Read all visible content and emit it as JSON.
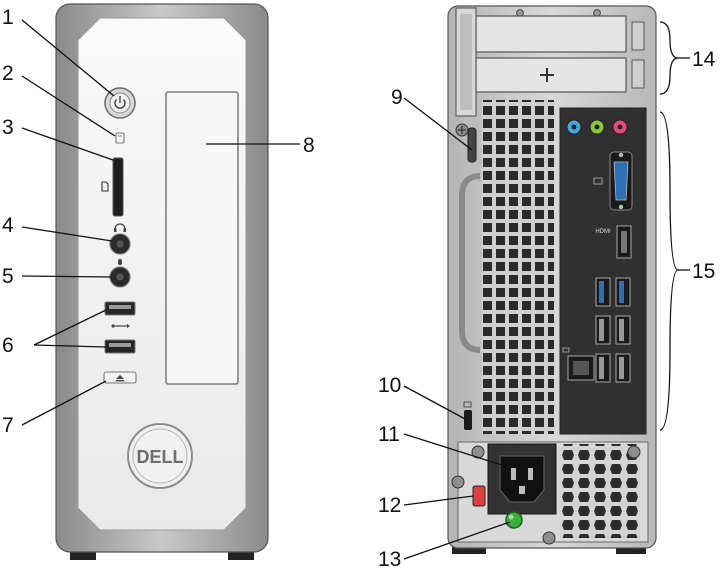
{
  "figure": {
    "logo_text": "DELL",
    "port_labels": {
      "hdmi": "HDMI"
    }
  },
  "callouts": [
    {
      "id": "1",
      "label": "1"
    },
    {
      "id": "2",
      "label": "2"
    },
    {
      "id": "3",
      "label": "3"
    },
    {
      "id": "4",
      "label": "4"
    },
    {
      "id": "5",
      "label": "5"
    },
    {
      "id": "6",
      "label": "6"
    },
    {
      "id": "7",
      "label": "7"
    },
    {
      "id": "8",
      "label": "8"
    },
    {
      "id": "9",
      "label": "9"
    },
    {
      "id": "10",
      "label": "10"
    },
    {
      "id": "11",
      "label": "11"
    },
    {
      "id": "12",
      "label": "12"
    },
    {
      "id": "13",
      "label": "13"
    },
    {
      "id": "14",
      "label": "14"
    },
    {
      "id": "15",
      "label": "15"
    }
  ]
}
